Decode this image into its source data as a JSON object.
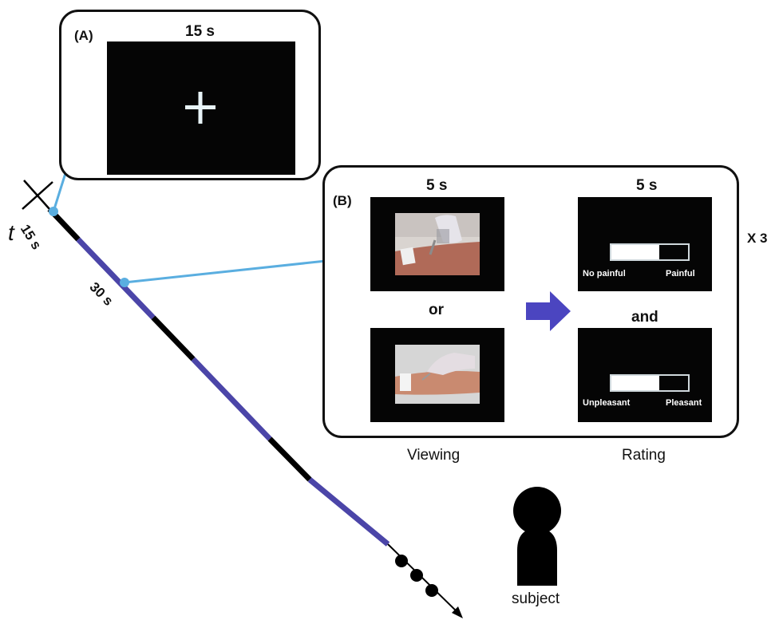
{
  "panel_a": {
    "label": "(A)",
    "duration": "15 s"
  },
  "panel_b": {
    "label": "(B)",
    "viewing_duration": "5 s",
    "rating_duration": "5 s",
    "or_text": "or",
    "and_text": "and",
    "repeat": "X 3",
    "rating_scales": [
      {
        "left": "No painful",
        "right": "Painful",
        "fill_fraction": 0.63
      },
      {
        "left": "Unpleasant",
        "right": "Pleasant",
        "fill_fraction": 0.63
      }
    ],
    "viewing_caption": "Viewing",
    "rating_caption": "Rating"
  },
  "timeline": {
    "axis_label": "t",
    "tick_15": "15 s",
    "tick_30": "30 s"
  },
  "subject": {
    "label": "subject"
  },
  "colors": {
    "fixation_line": "#5aaee0",
    "timeline_active": "#4b45a8",
    "timeline_rest": "#000000",
    "arrow": "#4b45c0"
  }
}
